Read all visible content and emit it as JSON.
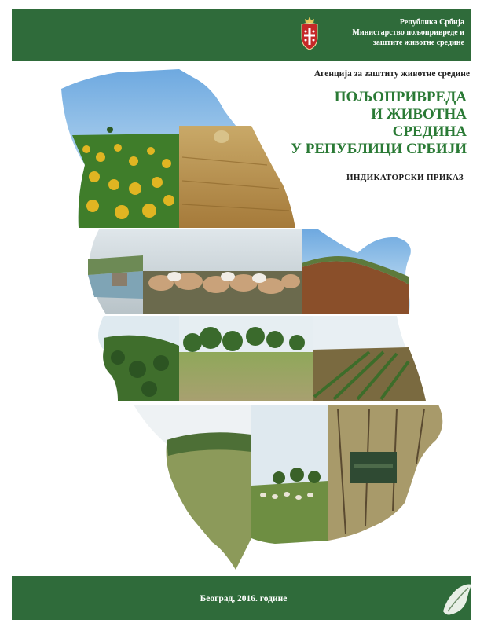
{
  "header": {
    "ministry_lines": [
      "Република Србија",
      "Министарство пољопривреде и",
      "заштите животне средине"
    ],
    "crest_icon": "serbian-coat-of-arms-icon"
  },
  "agency": "Агенција за заштиту животне средине",
  "title_lines": [
    "ПОЉОПРИВРЕДА",
    "И ЖИВОТНА",
    "СРЕДИНА",
    "У РЕПУБЛИЦИ СРБИЈИ"
  ],
  "subtitle": "-ИНДИКАТОРСКИ ПРИКАЗ-",
  "footer": {
    "place_date": "Београд, 2016. године",
    "corner_icon": "serbia-map-leaf-icon"
  },
  "colors": {
    "band_green": "#2f6b3a",
    "title_green": "#2a7a35"
  },
  "photos": [
    "sunflower-field",
    "harvested-wheat-field",
    "river-landscape",
    "cattle-herd",
    "hills-landscape",
    "forested-slope",
    "meadow-with-trees",
    "planted-rows-field",
    "grassland-hill",
    "sheep-pasture",
    "autumn-forest-rocks"
  ]
}
